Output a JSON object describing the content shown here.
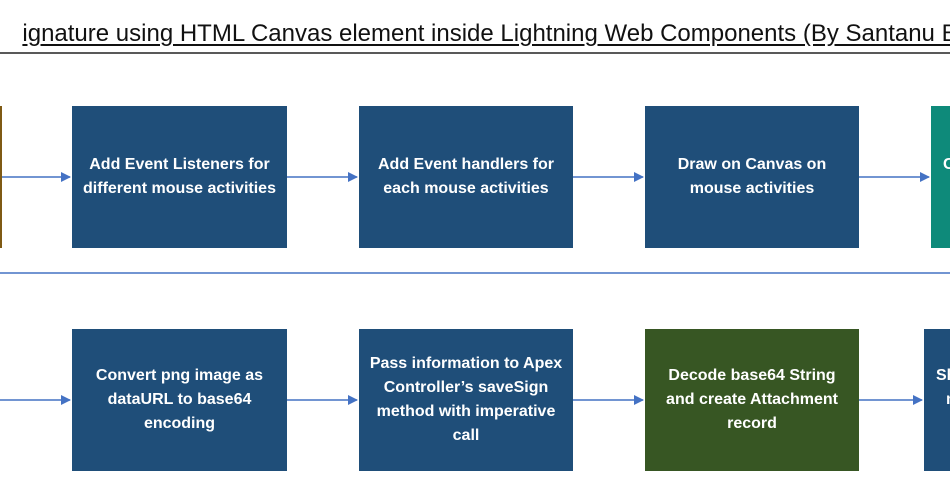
{
  "diagram": {
    "title": "ignature using HTML Canvas element inside Lightning Web Components (By Santanu B",
    "colors": {
      "navy": "#1f4e79",
      "green": "#375623",
      "teal": "#0e8a7a",
      "brown": "#7f5a14",
      "connector": "#4472c4"
    },
    "row1": {
      "box1": "Add Event Listeners for different mouse activities",
      "box2": "Add Event handlers for each mouse activities",
      "box3": "Draw on Canvas on mouse activities",
      "box4": "C"
    },
    "row2": {
      "box1": "Convert png image as dataURL to base64 encoding",
      "box2": "Pass information to Apex Controller’s saveSign method with imperative call",
      "box3": "Decode base64 String and create Attachment record",
      "box4_line1": "Sh",
      "box4_line2": "m"
    }
  }
}
